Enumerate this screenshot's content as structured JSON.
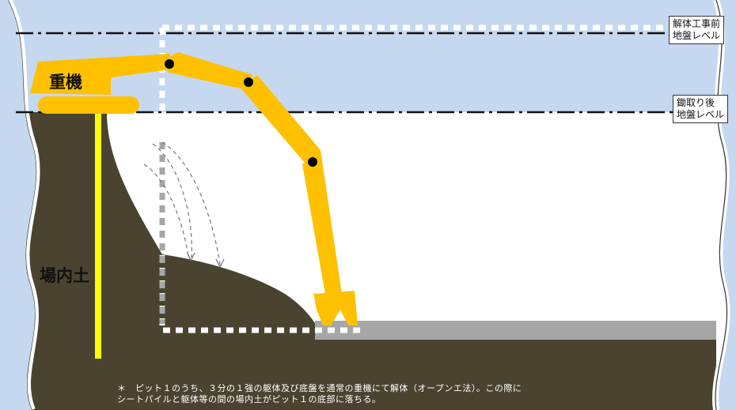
{
  "labels": {
    "level_before_line1": "解体工事前",
    "level_before_line2": "地盤レベル",
    "level_after_line1": "鋤取り後",
    "level_after_line2": "地盤レベル",
    "machine": "重機",
    "soil": "場内土"
  },
  "note": {
    "line1": "＊　ピット１のうち、３分の１強の躯体及び底盤を通常の重機にて解体（オープンエ法）。この際に",
    "line2": "シートパイルと躯体等の間の場内土がピット１の底部に落ちる。"
  },
  "colors": {
    "sky": "#c5d8ef",
    "soil": "#4a4330",
    "machine": "#ffc000",
    "pile": "#ffff00",
    "slab": "#a6a6a6",
    "outline_dots": "#ffffff"
  }
}
